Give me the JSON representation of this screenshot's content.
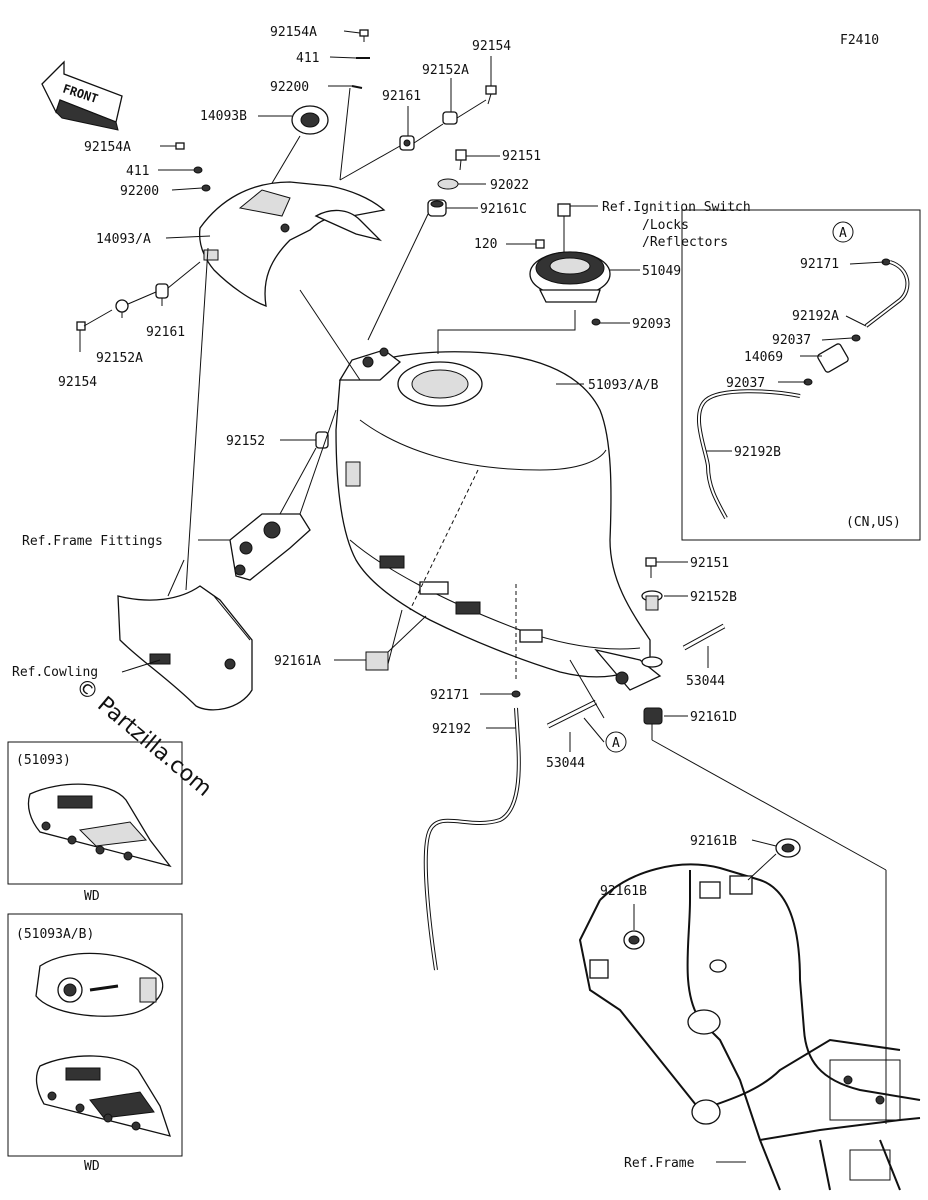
{
  "figure_code": "F2410",
  "front_label": "FRONT",
  "watermark": "© Partzilla.com",
  "callouts": {
    "c_92154A_top": "92154A",
    "c_411_top": "411",
    "c_92200_top": "92200",
    "c_92154_top": "92154",
    "c_92152A_top": "92152A",
    "c_92161_top": "92161",
    "c_14093B": "14093B",
    "c_92154A_left": "92154A",
    "c_411_left": "411",
    "c_92200_left": "92200",
    "c_14093A": "14093/A",
    "c_92161_left": "92161",
    "c_92152A_left": "92152A",
    "c_92154_left": "92154",
    "c_92151_top": "92151",
    "c_92022": "92022",
    "c_92161C": "92161C",
    "c_ref_ignition": "Ref.Ignition Switch",
    "c_ref_locks": "/Locks",
    "c_ref_reflectors": "/Reflectors",
    "c_120": "120",
    "c_51049": "51049",
    "c_92093": "92093",
    "c_51093AB": "51093/A/B",
    "c_92152": "92152",
    "c_ref_frame_fittings": "Ref.Frame Fittings",
    "c_ref_cowling": "Ref.Cowling",
    "c_92161A": "92161A",
    "c_92171_mid": "92171",
    "c_92192": "92192",
    "c_53044_left": "53044",
    "c_53044_right": "53044",
    "c_92151_right": "92151",
    "c_92152B": "92152B",
    "c_92161D": "92161D",
    "c_92161B_right": "92161B",
    "c_92161B_left": "92161B",
    "c_ref_frame": "Ref.Frame",
    "c_A_mid": "A"
  },
  "inset_cn_us": {
    "circle_label": "A",
    "region_label": "(CN,US)",
    "labels": {
      "l_92171": "92171",
      "l_92192A": "92192A",
      "l_92037_top": "92037",
      "l_14069": "14069",
      "l_92037_bot": "92037",
      "l_92192B": "92192B"
    }
  },
  "inset_51093": {
    "title": "(51093)",
    "caption": "WD"
  },
  "inset_51093AB": {
    "title": "(51093A/B)",
    "caption": "WD"
  }
}
